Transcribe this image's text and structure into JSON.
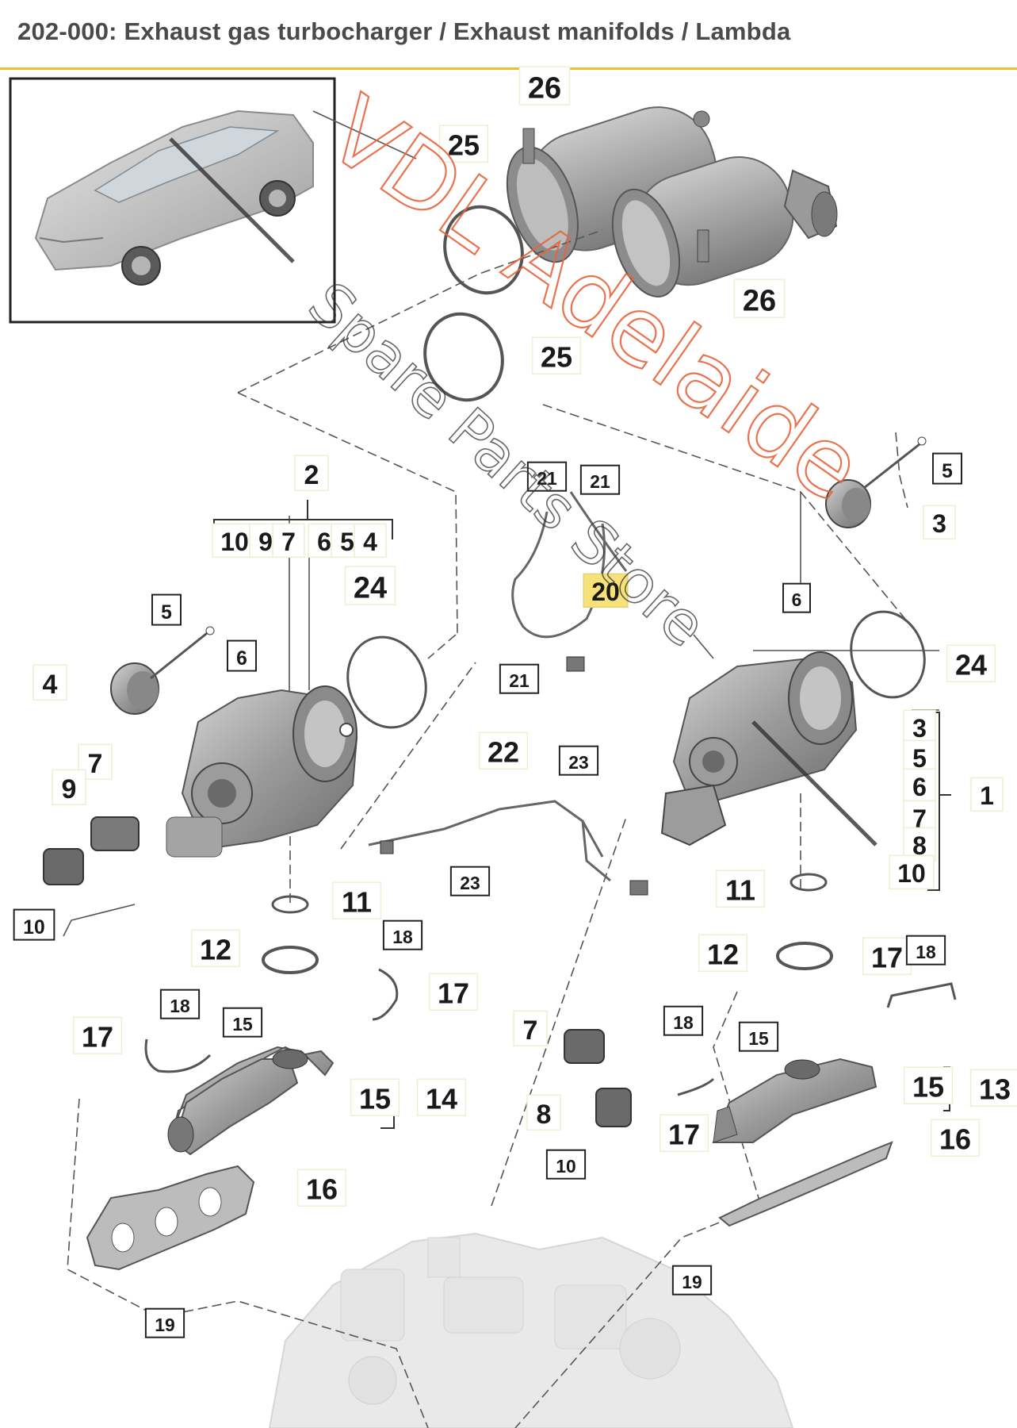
{
  "header": {
    "title": "202-000: Exhaust gas turbocharger / Exhaust manifolds / Lambda"
  },
  "watermark": {
    "line1": "VDL Adelaide",
    "line2": "Spare Parts Store"
  },
  "colors": {
    "accent": "#e8c02a",
    "watermark": "#e8643c",
    "highlight": "#f7e27a"
  },
  "callouts": [
    {
      "id": "c26a",
      "label": "26",
      "boxed": false
    },
    {
      "id": "c26b",
      "label": "26",
      "boxed": false
    },
    {
      "id": "c25a",
      "label": "25",
      "boxed": false
    },
    {
      "id": "c25b",
      "label": "25",
      "boxed": false
    },
    {
      "id": "c2",
      "label": "2",
      "boxed": false
    },
    {
      "id": "c10a",
      "label": "10",
      "boxed": false
    },
    {
      "id": "c9a",
      "label": "9",
      "boxed": false
    },
    {
      "id": "c7a",
      "label": "7",
      "boxed": false
    },
    {
      "id": "c6a",
      "label": "6",
      "boxed": false
    },
    {
      "id": "c5a",
      "label": "5",
      "boxed": false
    },
    {
      "id": "c4a",
      "label": "4",
      "boxed": false
    },
    {
      "id": "c24a",
      "label": "24",
      "boxed": false
    },
    {
      "id": "c5b",
      "label": "5",
      "boxed": true
    },
    {
      "id": "c6b",
      "label": "6",
      "boxed": true
    },
    {
      "id": "c4b",
      "label": "4",
      "boxed": false
    },
    {
      "id": "c7b",
      "label": "7",
      "boxed": false
    },
    {
      "id": "c9b",
      "label": "9",
      "boxed": false
    },
    {
      "id": "c10b",
      "label": "10",
      "boxed": true
    },
    {
      "id": "c21a",
      "label": "21",
      "boxed": true
    },
    {
      "id": "c21b",
      "label": "21",
      "boxed": true
    },
    {
      "id": "c20",
      "label": "20",
      "boxed": false,
      "highlight": true
    },
    {
      "id": "c21c",
      "label": "21",
      "boxed": true
    },
    {
      "id": "c5c",
      "label": "5",
      "boxed": true
    },
    {
      "id": "c3a",
      "label": "3",
      "boxed": false
    },
    {
      "id": "c6c",
      "label": "6",
      "boxed": true
    },
    {
      "id": "c24b",
      "label": "24",
      "boxed": false
    },
    {
      "id": "c3b",
      "label": "3",
      "boxed": false
    },
    {
      "id": "c5d",
      "label": "5",
      "boxed": false
    },
    {
      "id": "c6d",
      "label": "6",
      "boxed": false
    },
    {
      "id": "c7c",
      "label": "7",
      "boxed": false
    },
    {
      "id": "c8a",
      "label": "8",
      "boxed": false
    },
    {
      "id": "c10c",
      "label": "10",
      "boxed": false
    },
    {
      "id": "c1",
      "label": "1",
      "boxed": false
    },
    {
      "id": "c22",
      "label": "22",
      "boxed": false
    },
    {
      "id": "c23a",
      "label": "23",
      "boxed": true
    },
    {
      "id": "c23b",
      "label": "23",
      "boxed": true
    },
    {
      "id": "c11a",
      "label": "11",
      "boxed": false
    },
    {
      "id": "c11b",
      "label": "11",
      "boxed": false
    },
    {
      "id": "c12a",
      "label": "12",
      "boxed": false
    },
    {
      "id": "c12b",
      "label": "12",
      "boxed": false
    },
    {
      "id": "c18a",
      "label": "18",
      "boxed": true
    },
    {
      "id": "c17a",
      "label": "17",
      "boxed": false
    },
    {
      "id": "c18b",
      "label": "18",
      "boxed": true
    },
    {
      "id": "c17b",
      "label": "17",
      "boxed": false
    },
    {
      "id": "c15a",
      "label": "15",
      "boxed": true
    },
    {
      "id": "c15b",
      "label": "15",
      "boxed": false
    },
    {
      "id": "c14",
      "label": "14",
      "boxed": false
    },
    {
      "id": "c16a",
      "label": "16",
      "boxed": false
    },
    {
      "id": "c19a",
      "label": "19",
      "boxed": true
    },
    {
      "id": "c7d",
      "label": "7",
      "boxed": false
    },
    {
      "id": "c8b",
      "label": "8",
      "boxed": false
    },
    {
      "id": "c10d",
      "label": "10",
      "boxed": true
    },
    {
      "id": "c18c",
      "label": "18",
      "boxed": true
    },
    {
      "id": "c15c",
      "label": "15",
      "boxed": true
    },
    {
      "id": "c17c",
      "label": "17",
      "boxed": false
    },
    {
      "id": "c18d",
      "label": "18",
      "boxed": true
    },
    {
      "id": "c17d",
      "label": "17",
      "boxed": false
    },
    {
      "id": "c15d",
      "label": "15",
      "boxed": false
    },
    {
      "id": "c13",
      "label": "13",
      "boxed": false
    },
    {
      "id": "c16b",
      "label": "16",
      "boxed": false
    },
    {
      "id": "c19b",
      "label": "19",
      "boxed": true
    }
  ]
}
